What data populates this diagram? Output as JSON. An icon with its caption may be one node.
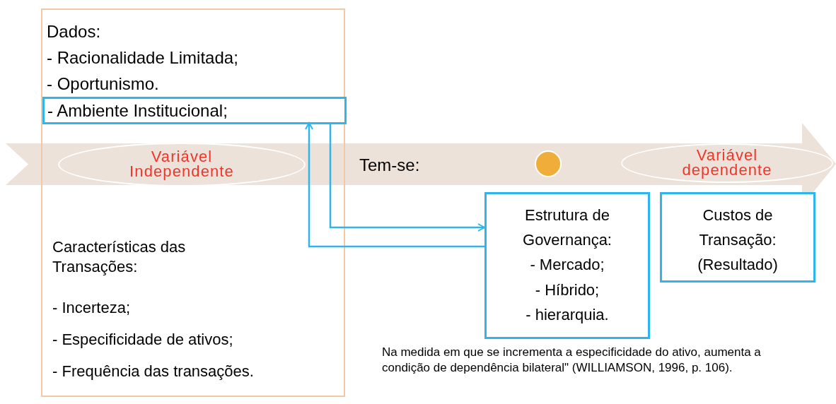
{
  "diagram": {
    "nodes": [
      {
        "text": [
          "Dados:",
          "- Racionalidade Limitada;",
          "- Oportunismo.",
          "Características das Transações:",
          "- Incerteza;",
          "- Especificidade de ativos;",
          "- Frequência das transações."
        ]
      },
      {
        "text": [
          "- Ambiente Institucional;"
        ],
        "in": 0
      },
      {
        "text": [
          "Tem-se:"
        ]
      },
      {
        "text": [
          "Variável Independente"
        ],
        "in": 0
      },
      {
        "text": [],
        "shape": "circle",
        "in": 2
      },
      {
        "text": [
          "Variável dependente"
        ],
        "in": 2
      },
      {
        "text": [
          "Estrutura de Governança:",
          "- Mercado;",
          "- Híbrido;",
          "- hierarquia."
        ]
      },
      {
        "text": [
          "Custos de Transação:",
          "(Resultado)"
        ]
      }
    ],
    "edges": [
      {
        "from": 1,
        "to": 6,
        "arrow": "to"
      },
      {
        "from": 6,
        "to": 1,
        "arrow": "to"
      }
    ],
    "labels": [
      "Na medida em que se incrementa a especificidade do ativo, aumenta a condição de dependência bilateral\" (WILLIAMSON, 1996, p. 106)."
    ]
  }
}
